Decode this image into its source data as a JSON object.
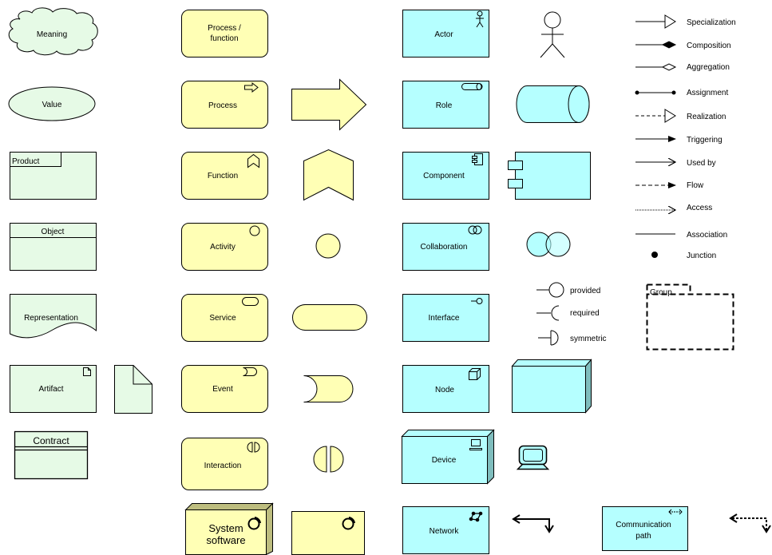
{
  "colors": {
    "business": "#ffffb5",
    "application": "#b5ffff",
    "information": "#e6fae6",
    "line": "#000000",
    "infra_dark": "#7fbdbd",
    "sysw_dark": "#bdbd7f"
  },
  "passive": {
    "meaning": "Meaning",
    "value": "Value",
    "product": "Product",
    "object": "Object",
    "representation": "Representation",
    "artifact": "Artifact",
    "contract": "Contract"
  },
  "business": {
    "process_function_l1": "Process /",
    "process_function_l2": "function",
    "process": "Process",
    "function": "Function",
    "activity": "Activity",
    "service": "Service",
    "event": "Event",
    "interaction": "Interaction",
    "system_software_l1": "System",
    "system_software_l2": "software"
  },
  "application": {
    "actor": "Actor",
    "role": "Role",
    "component": "Component",
    "collaboration": "Collaboration",
    "interface": "Interface",
    "node": "Node",
    "device": "Device",
    "network": "Network",
    "communication_path_l1": "Communication",
    "communication_path_l2": "path"
  },
  "interfaces": {
    "provided": "provided",
    "required": "required",
    "symmetric": "symmetric"
  },
  "group": {
    "label": "Group"
  },
  "relations": [
    "Specialization",
    "Composition",
    "Aggregation",
    "Assignment",
    "Realization",
    "Triggering",
    "Used by",
    "Flow",
    "Access",
    "Association",
    "Junction"
  ]
}
